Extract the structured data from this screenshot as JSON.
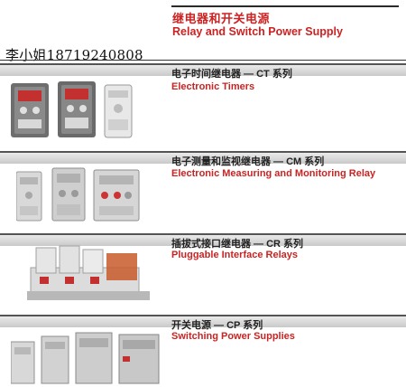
{
  "header": {
    "title_cn": "继电器和开关电源",
    "title_en": "Relay and Switch Power Supply"
  },
  "contact": "李小姐18719240808",
  "sections": [
    {
      "title_cn": "电子时间继电器 — CT 系列",
      "title_en": "Electronic Timers"
    },
    {
      "title_cn": "电子测量和监视继电器 — CM 系列",
      "title_en": "Electronic Measuring and Monitoring Relay"
    },
    {
      "title_cn": "插拔式接口继电器 — CR 系列",
      "title_en": "Pluggable Interface Relays"
    },
    {
      "title_cn": "开关电源 — CP 系列",
      "title_en": "Switching Power Supplies"
    }
  ],
  "colors": {
    "accent_red": "#cc2222",
    "band_grey": "#d4d4d4",
    "text_dark": "#222222"
  }
}
